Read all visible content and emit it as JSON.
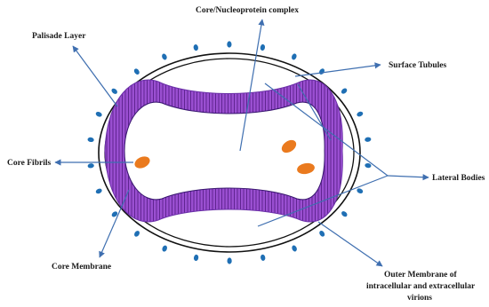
{
  "labels": {
    "core_complex": "Core/Nucleoprotein complex",
    "palisade": "Palisade Layer",
    "surface_tubules": "Surface Tubules",
    "core_fibrils": "Core Fibrils",
    "lateral_bodies": "Lateral Bodies",
    "core_membrane": "Core Membrane",
    "outer_membrane_line1": "Outer Membrane of",
    "outer_membrane_line2": "intracellular and extracellular",
    "outer_membrane_line3": "virions"
  },
  "colors": {
    "arrow": "#3f6fb0",
    "palisade": "#9a4fd1",
    "palisade_stripe": "#5a1f8a",
    "palisade_outline": "#6a2fa8",
    "lateral_body": "#ea7a1e",
    "tubule": "#1f6fb4",
    "membrane": "#111111"
  }
}
